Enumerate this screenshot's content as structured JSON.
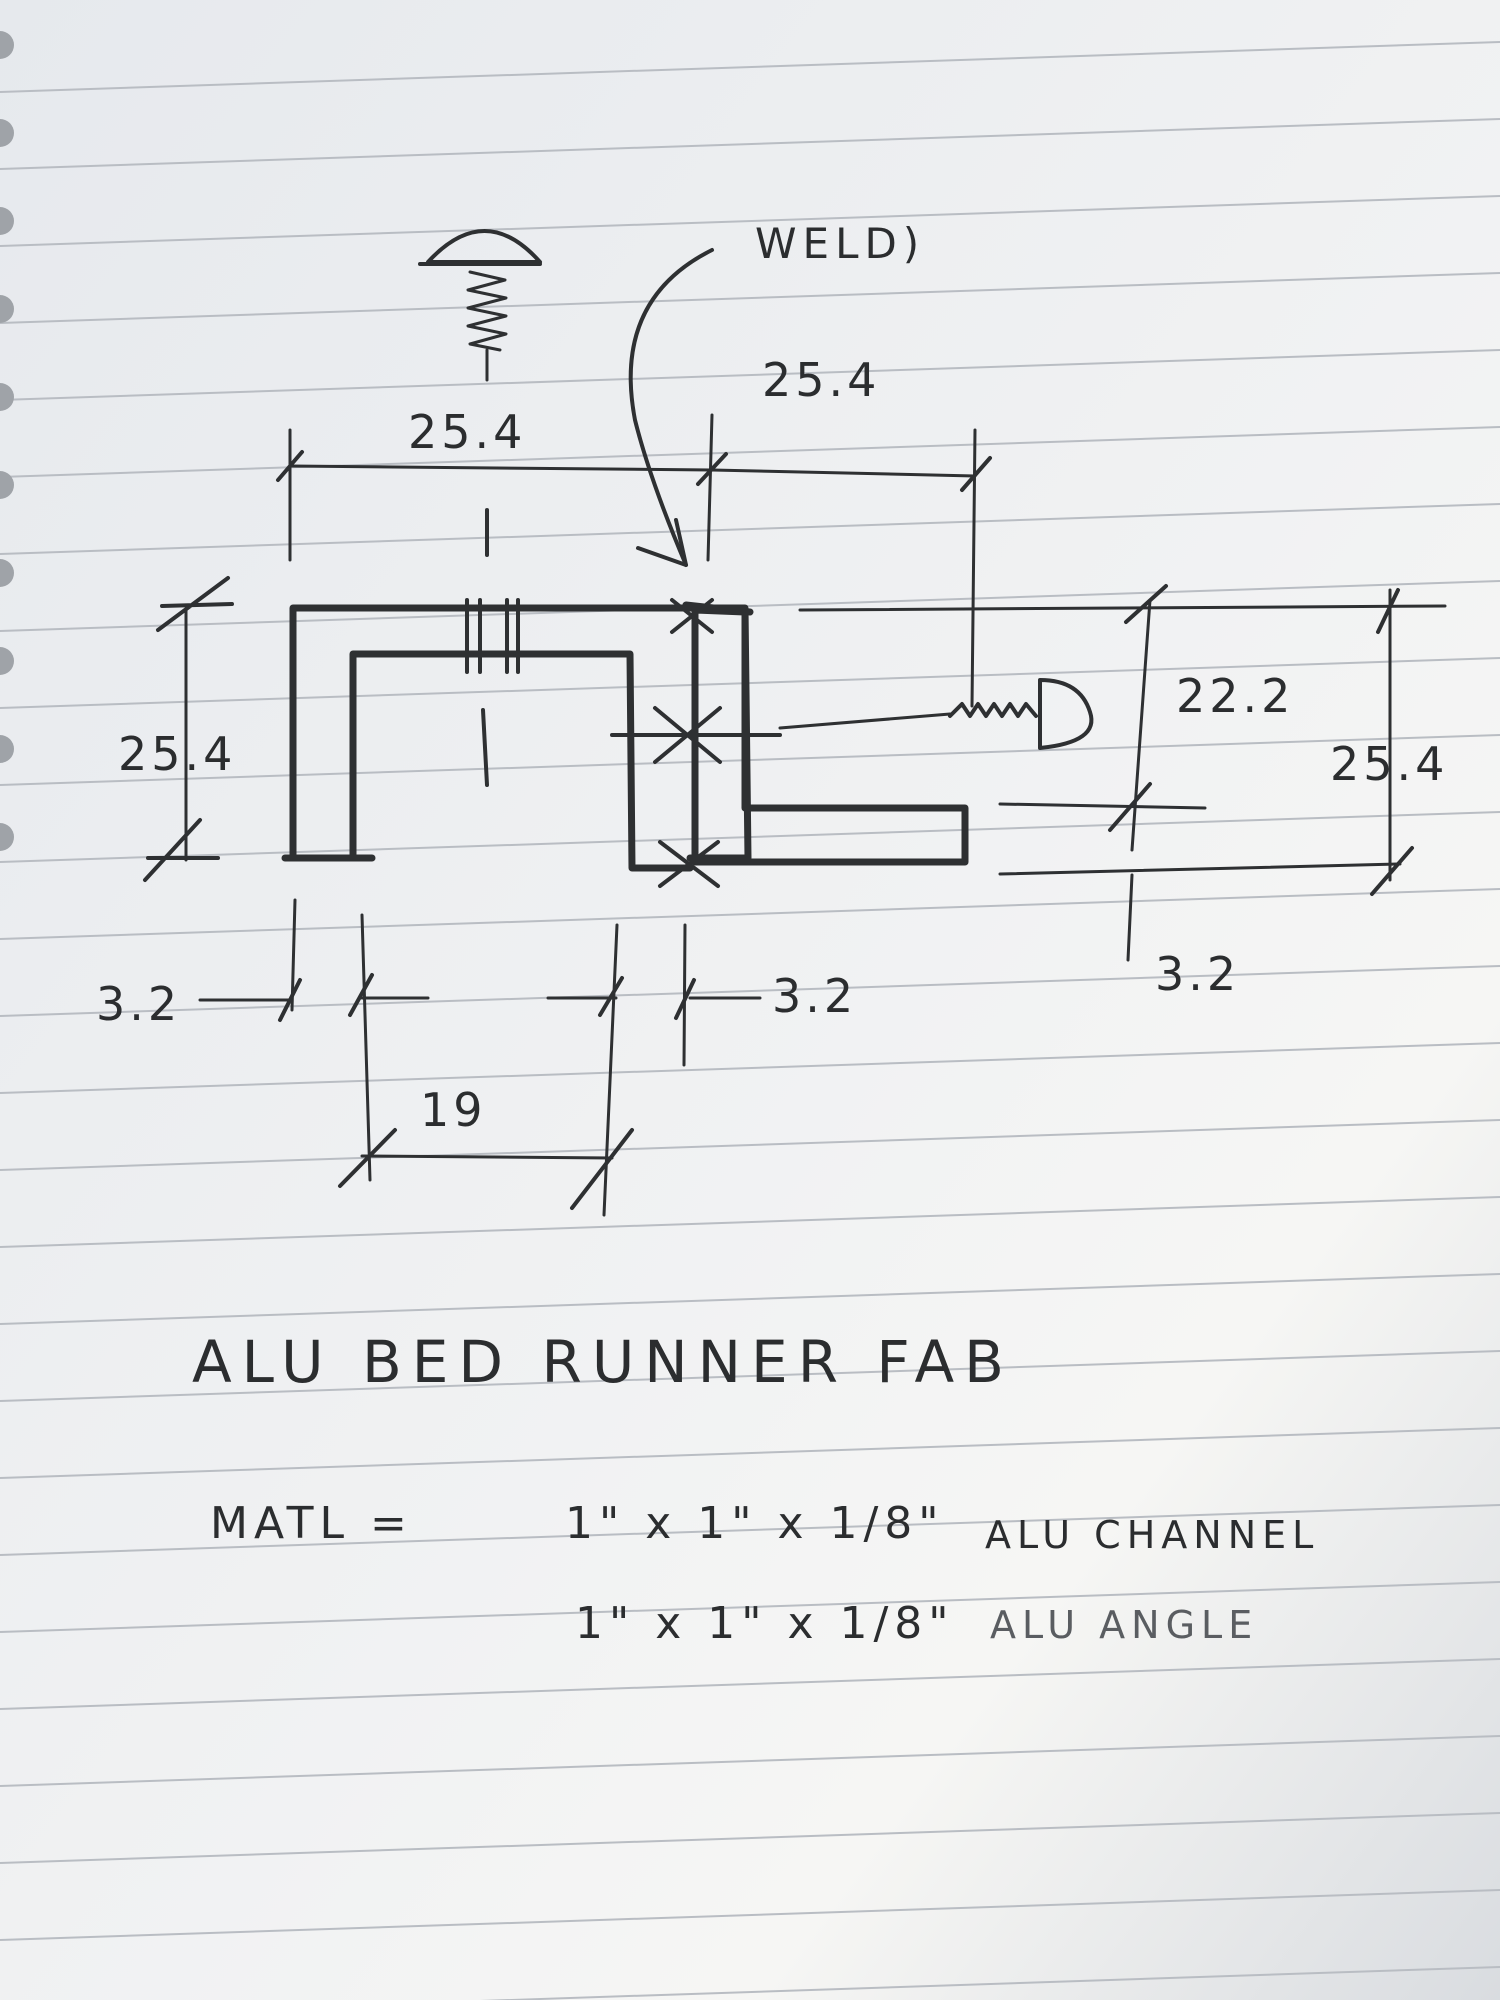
{
  "title": "ALU BED RUNNER FAB",
  "material": {
    "label": "MATL =",
    "line1_size": "1\" x 1\" x 1/8\"",
    "line1_desc": "ALU CHANNEL",
    "line2_size": "1\" x 1\" x 1/8\"",
    "line2_desc": "ALU ANGLE"
  },
  "annotations": {
    "weld": "WELD)"
  },
  "dimensions": {
    "channel_width": "25.4",
    "angle_width": "25.4",
    "channel_height": "25.4",
    "angle_height": "25.4",
    "angle_inner_height": "22.2",
    "wall_left": "3.2",
    "wall_right": "3.2",
    "angle_wall": "3.2",
    "inner_width": "19"
  },
  "colors": {
    "paper": "#eef0f2",
    "ink": "#2e3032",
    "rule_line": "#b9bdc3"
  }
}
